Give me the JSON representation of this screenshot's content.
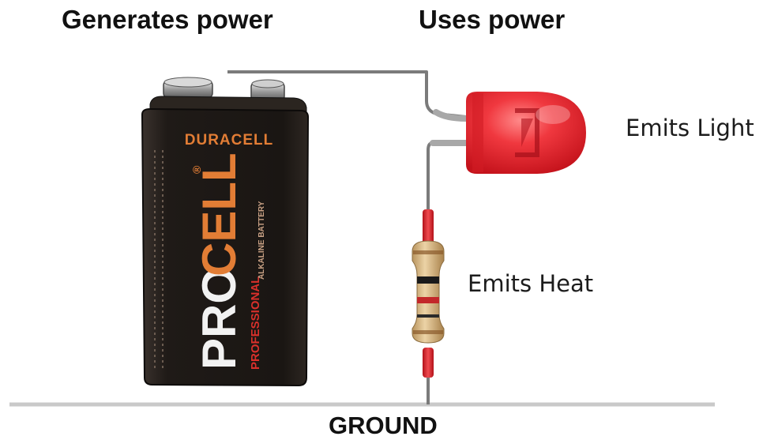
{
  "headings": {
    "generates": "Generates power",
    "uses": "Uses power"
  },
  "labels": {
    "emits_light": "Emits Light",
    "emits_heat": "Emits Heat",
    "ground": "GROUND"
  },
  "battery": {
    "brand_top": "DURACELL",
    "brand_main_left": "PRO",
    "brand_main_right": "CELL",
    "registered": "®",
    "sub_left": "PROFESSIONAL",
    "sub_right": "ALKALINE BATTERY"
  },
  "colors": {
    "wire": "#7a7a7a",
    "led": "#e8252d",
    "battery_body": "#1e1a17",
    "battery_accent": "#e0782c",
    "resistor_body": "#d8b98a",
    "ground": "#c8c8c8"
  },
  "icons": {
    "battery": "9v-battery-icon",
    "led": "led-icon",
    "resistor": "resistor-icon"
  }
}
